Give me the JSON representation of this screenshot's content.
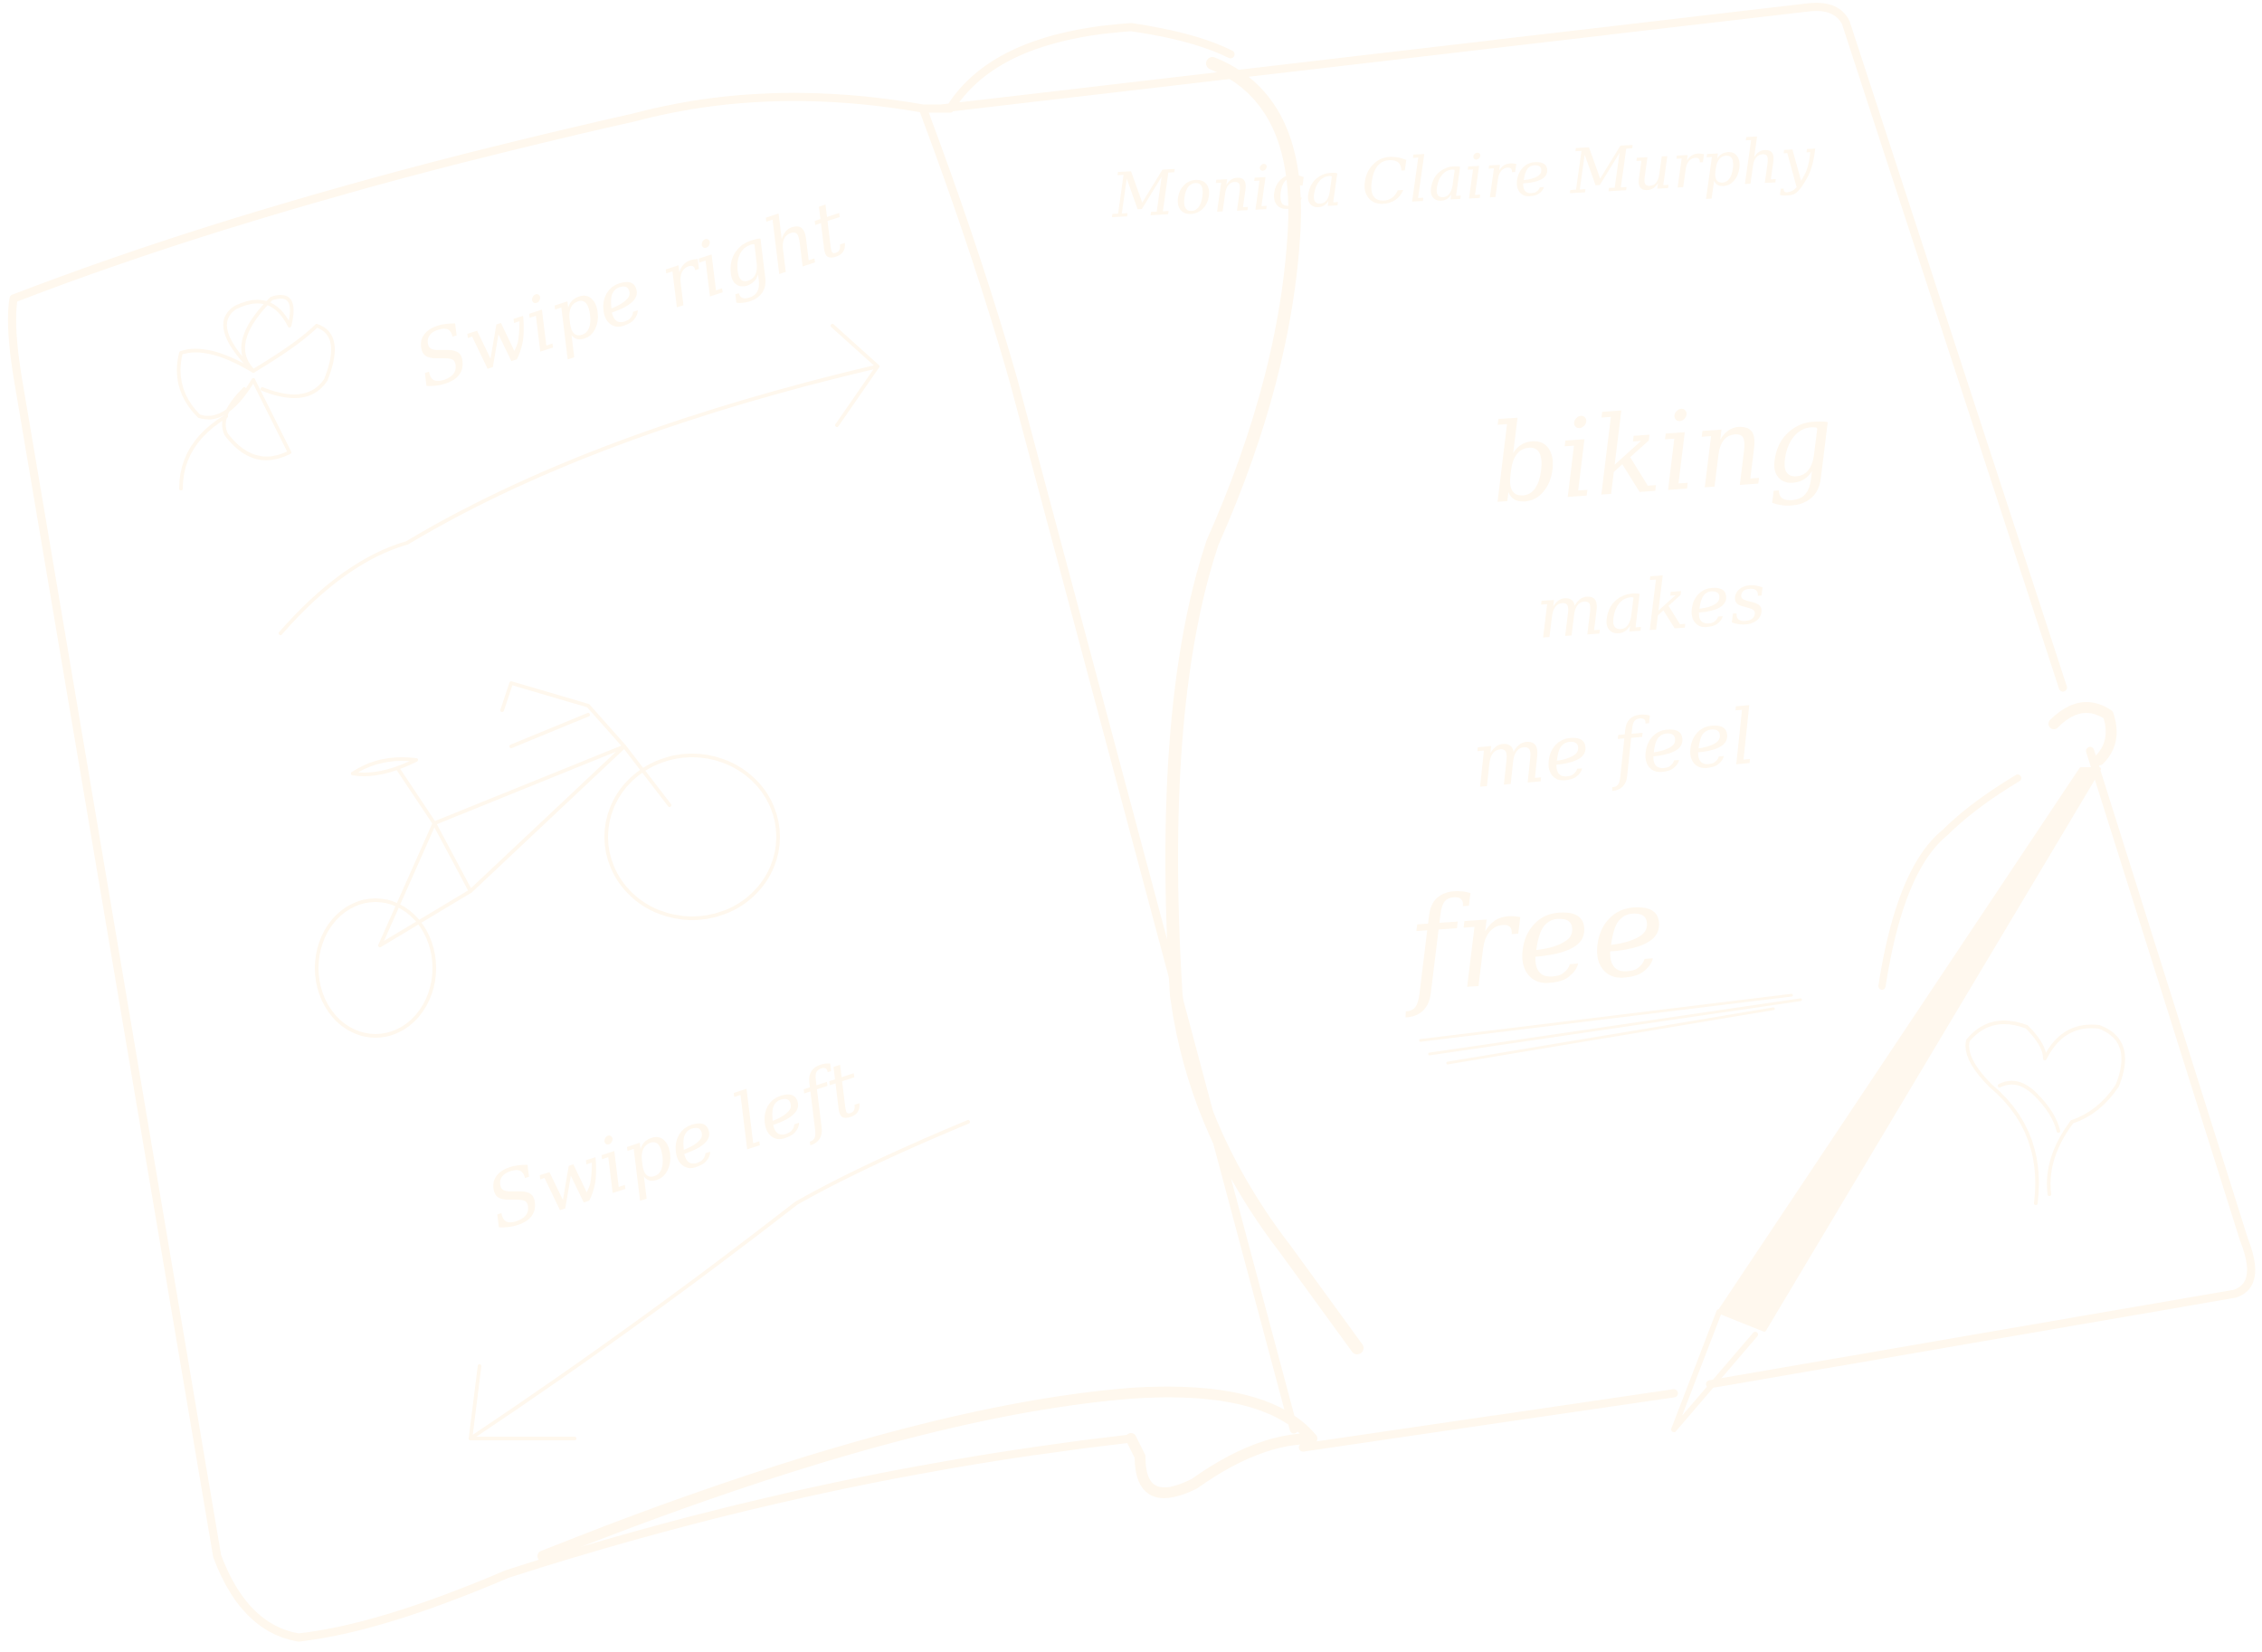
{
  "colors": {
    "ink": "#fff8ee",
    "background": "#ffffff"
  },
  "left_page": {
    "swipe_right": "Swipe right",
    "swipe_left": "Swipe left"
  },
  "right_page": {
    "name": "Monica Claire Murphy",
    "line1": "biking",
    "line2": "makes",
    "line3": "me feel",
    "line4": "free"
  },
  "icons": {
    "clover": "clover-icon",
    "bicycle": "bicycle-icon",
    "heart": "heart-icon",
    "pen": "pen-icon"
  }
}
